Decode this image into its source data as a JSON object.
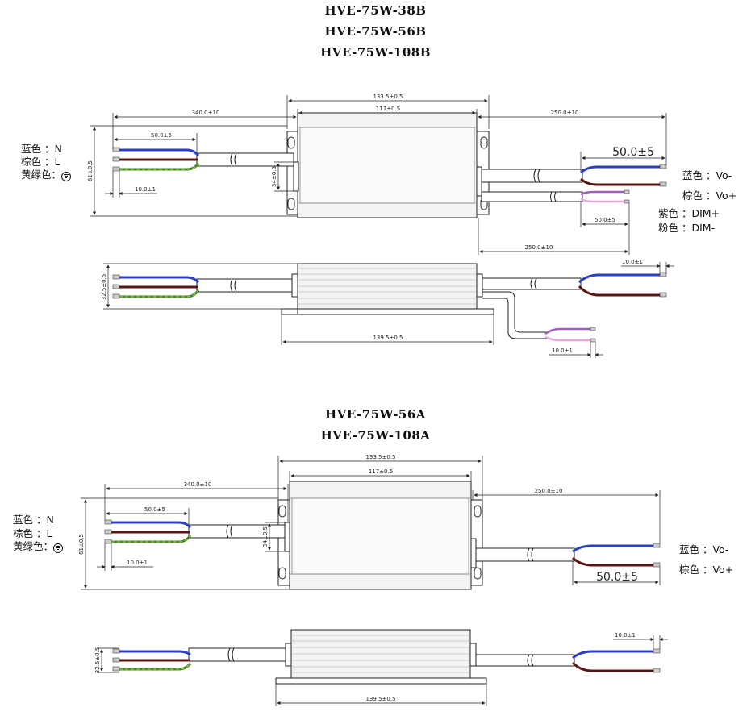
{
  "titles": {
    "b_models": [
      "HVE-75W-38B",
      "HVE-75W-56B",
      "HVE-75W-108B"
    ],
    "a_models": [
      "HVE-75W-56A",
      "HVE-75W-108A"
    ]
  },
  "input_legend": {
    "blue": "蓝色  ：N",
    "brown": "棕色  ：L",
    "yellow_green": "黄绿色：",
    "ground_symbol": "ground-icon"
  },
  "output_legend": {
    "blue": "蓝色 ：Vo-",
    "brown": "棕色 ：Vo+",
    "purple": "紫色 ：DIM+",
    "pink": "粉色 ：DIM-"
  },
  "dims_b": {
    "case_total": "133.5±0.5",
    "case_inner": "117±0.5",
    "input_cable": "340.0±10",
    "output_cable": "250.0±10",
    "input_strip": "50.0±5",
    "input_tip": "10.0±1",
    "height": "61±0.5",
    "mount_height": "34±0.5",
    "output_strip": "50.0±5",
    "dim_strip": "50.0±5",
    "dim_cable": "250.0±10",
    "side_height": "32.5±0.5",
    "side_output_tip": "10.0±1",
    "side_length": "139.5±0.5",
    "side_dim_tip": "10.0±1"
  },
  "dims_a": {
    "case_total": "133.5±0.5",
    "case_inner": "117±0.5",
    "input_cable": "340.0±10",
    "output_cable": "250.0±10",
    "input_strip": "50.0±5",
    "input_tip": "10.0±1",
    "height": "61±0.5",
    "mount_height": "34±0.5",
    "output_strip": "50.0±5",
    "side_height": "32.5±0.5",
    "side_output_tip": "10.0±1",
    "side_length": "139.5±0.5"
  },
  "colors": {
    "wire_blue": "#2a3fc4",
    "wire_brown": "#5a1414",
    "wire_green": "#3a8a2a",
    "wire_yellow": "#d7c43a",
    "wire_purple": "#9d5fb8",
    "wire_pink": "#e8a7d9",
    "case_fill": "#f3f3f3"
  }
}
